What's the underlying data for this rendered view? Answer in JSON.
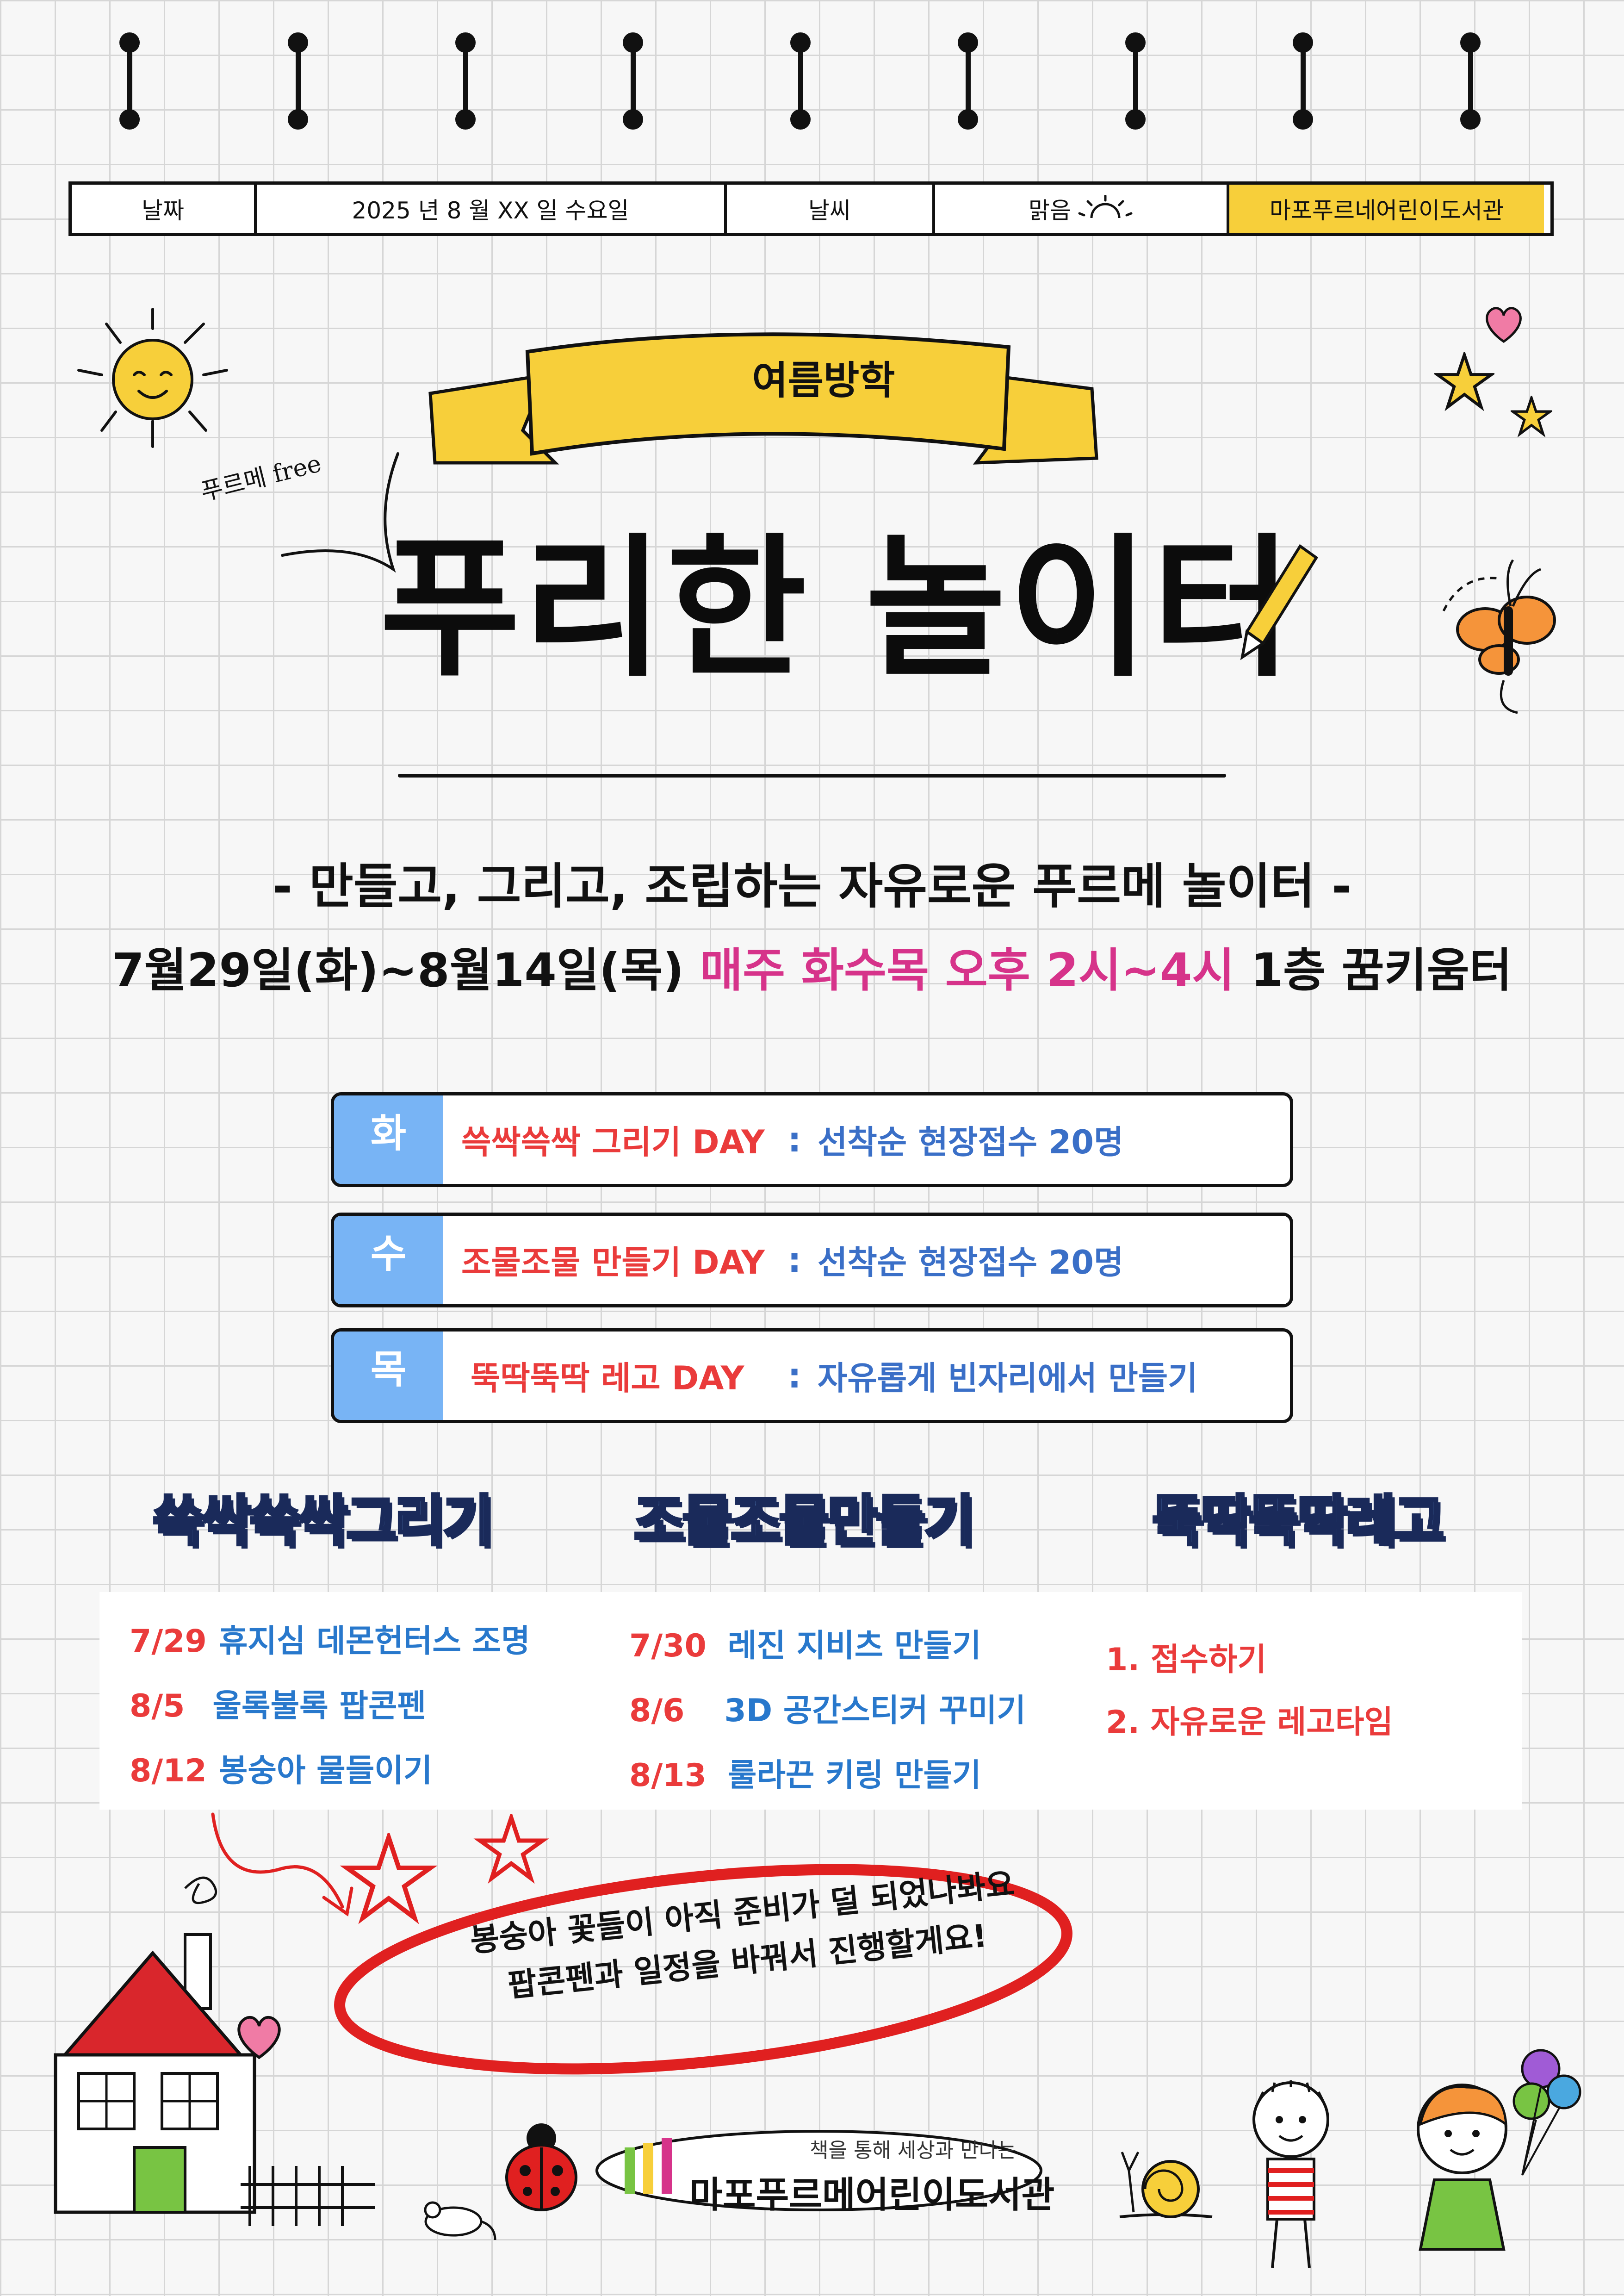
{
  "header": {
    "date_label": "날짜",
    "date_value": "2025 년 8 월 XX 일 수요일",
    "weather_label": "날씨",
    "weather_value": "맑음",
    "library": "마포푸르네어린이도서관"
  },
  "banner": {
    "ribbon": "여름방학",
    "handnote": "푸르메 free",
    "title": "푸리한 놀이터"
  },
  "intro": {
    "subtitle": "- 만들고, 그리고, 조립하는 자유로운 푸르메 놀이터 -",
    "period": "7월29일(화)~8월14일(목)",
    "times": "매주 화수목 오후 2시~4시",
    "place": "1층 꿈키움터"
  },
  "schedule": [
    {
      "day": "화",
      "activity": "쓱싹쓱싹 그리기 DAY",
      "sep": ":",
      "info": "선착순 현장접수 20명"
    },
    {
      "day": "수",
      "activity": "조물조물 만들기 DAY",
      "sep": ":",
      "info": "선착순 현장접수 20명"
    },
    {
      "day": "목",
      "activity": "뚝딱뚝딱 레고 DAY",
      "sep": ":",
      "info": "자유롭게 빈자리에서 만들기"
    }
  ],
  "columns": [
    {
      "title": "쓱싹쓱싹그리기",
      "items": [
        {
          "date": "7/29",
          "text": "휴지심 데몬헌터스 조명"
        },
        {
          "date": "8/5",
          "text": "울록불록 팝콘펜"
        },
        {
          "date": "8/12",
          "text": "봉숭아 물들이기"
        }
      ]
    },
    {
      "title": "조물조물만들기",
      "items": [
        {
          "date": "7/30",
          "text": "레진 지비츠 만들기"
        },
        {
          "date": "8/6",
          "text": "3D 공간스티커 꾸미기"
        },
        {
          "date": "8/13",
          "text": "룰라끈 키링 만들기"
        }
      ]
    },
    {
      "title": "뚝딱뚝딱레고",
      "items": [
        {
          "text": "1. 접수하기"
        },
        {
          "text": "2. 자유로운 레고타임"
        }
      ]
    }
  ],
  "notice": {
    "line1": "봉숭아 꽃들이 아직 준비가 덜 되었나봐요",
    "line2": "팝콘펜과 일정을 바꿔서 진행할게요!"
  },
  "footer": {
    "tagline": "책을 통해 세상과 만나는",
    "library_name": "마포푸르메어린이도서관"
  },
  "colors": {
    "accent_blue": "#78b4f5",
    "accent_red": "#ea3b3b",
    "accent_pink": "#d6338a",
    "ribbon_yellow": "#f7cf3a"
  }
}
